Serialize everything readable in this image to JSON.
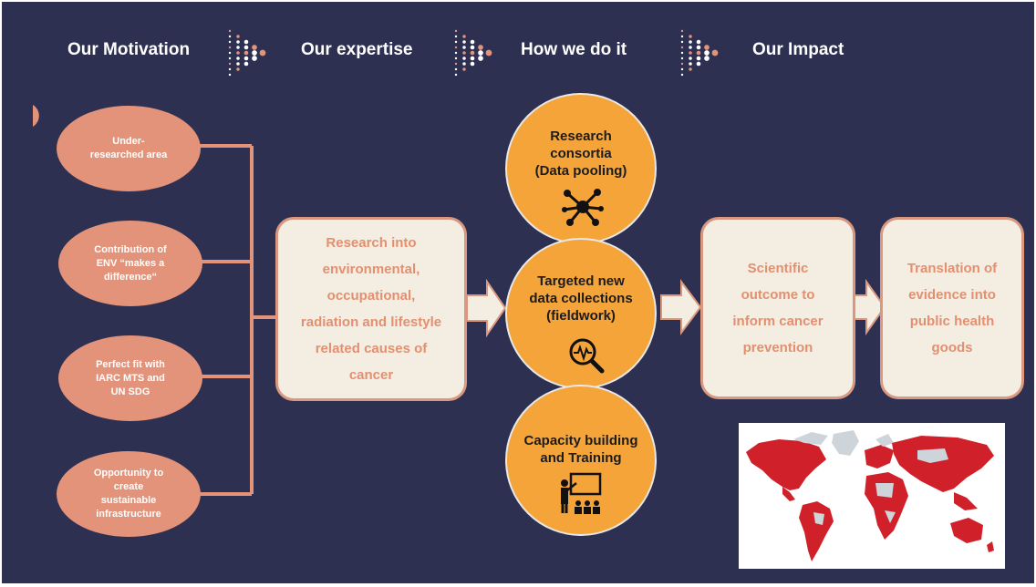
{
  "header": {
    "items": [
      {
        "label": "Our Motivation"
      },
      {
        "label": "Our expertise"
      },
      {
        "label": "How we do it"
      },
      {
        "label": "Our Impact"
      }
    ]
  },
  "motivation": {
    "items": [
      {
        "text": "Under-\nresearched area"
      },
      {
        "text": "Contribution of\nENV “makes a\ndifference“"
      },
      {
        "text": "Perfect fit with\nIARC MTS and\nUN SDG"
      },
      {
        "text": "Opportunity to\ncreate\nsustainable\ninfrastructure"
      }
    ]
  },
  "research_box": {
    "text": "Research into\nenvironmental,\noccupational,\nradiation and lifestyle\nrelated causes of\ncancer"
  },
  "approach": {
    "items": [
      {
        "text": "Research\nconsortia\n(Data pooling)",
        "icon": "network-icon"
      },
      {
        "text": "Targeted new\ndata collections\n(fieldwork)",
        "icon": "magnifier-chart-icon"
      },
      {
        "text": "Capacity building\nand Training",
        "icon": "presenter-training-icon"
      }
    ]
  },
  "impact": {
    "outcome": "Scientific\noutcome to\ninform cancer\nprevention",
    "translation": "Translation of\nevidence into\npublic health\ngoods"
  },
  "colors": {
    "background": "#2d3050",
    "oval": "#e3937a",
    "box_fill": "#f3ede2",
    "box_text": "#e39070",
    "circle": "#f5a43a",
    "map_highlight": "#d0202a",
    "map_base": "#cdd5da"
  }
}
